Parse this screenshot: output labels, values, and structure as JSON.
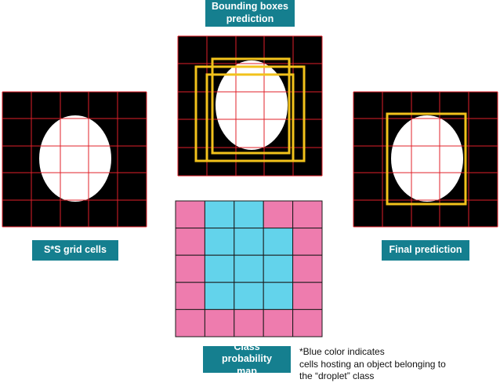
{
  "labels": {
    "bounding_boxes": "Bounding boxes\nprediction",
    "grid_cells": "S*S grid cells",
    "final_prediction": "Final prediction",
    "class_probability": "Class probability\nmap"
  },
  "note": "*Blue color indicates\ncells hosting an object belonging to\nthe “droplet” class",
  "colors": {
    "grid_background": "#000000",
    "grid_lines": "#e0202a",
    "object": "#ffffff",
    "box": "#f2c21b",
    "class_object": "#63d3eb",
    "class_background": "#ee7cae",
    "label_bg": "#157f8f"
  },
  "grid_size": 5,
  "class_map": [
    [
      0,
      1,
      1,
      0,
      0
    ],
    [
      0,
      1,
      1,
      1,
      0
    ],
    [
      0,
      1,
      1,
      1,
      0
    ],
    [
      0,
      1,
      1,
      1,
      0
    ],
    [
      0,
      0,
      0,
      0,
      0
    ]
  ]
}
